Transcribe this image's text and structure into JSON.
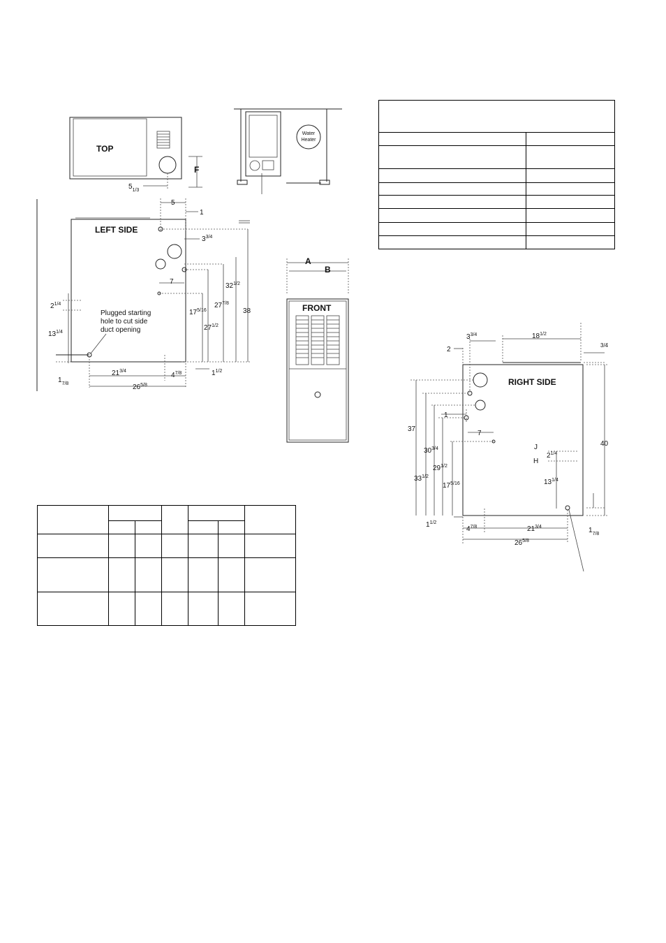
{
  "top_view": {
    "label": "TOP",
    "dim_offset": "5",
    "dim_offset_frac": "1/3",
    "dim_f": "F"
  },
  "water_heater_view": {
    "label_line1": "Water",
    "label_line2": "Heater"
  },
  "left_side": {
    "label": "LEFT SIDE",
    "note_line1": "Plugged starting",
    "note_line2": "hole to cut side",
    "note_line3": "duct opening",
    "d_5": "5",
    "d_1": "1",
    "d_3_3_4": {
      "whole": "3",
      "frac": "3/4"
    },
    "d_7": "7",
    "d_32_1_2": {
      "whole": "32",
      "frac": "1/2"
    },
    "d_27_7_8": {
      "whole": "27",
      "frac": "7/8"
    },
    "d_27_1_2": {
      "whole": "27",
      "frac": "1/2"
    },
    "d_17_5_16": {
      "whole": "17",
      "frac": "5/16"
    },
    "d_38": "38",
    "d_2_1_4": {
      "whole": "2",
      "frac": "1/4"
    },
    "d_13_1_4": {
      "whole": "13",
      "frac": "1/4"
    },
    "d_1_7_8": {
      "whole": "1",
      "frac": "7/8"
    },
    "d_21_3_4": {
      "whole": "21",
      "frac": "3/4"
    },
    "d_4_7_8": {
      "whole": "4",
      "frac": "7/8"
    },
    "d_1_1_2": {
      "whole": "1",
      "frac": "1/2"
    },
    "d_26_5_8": {
      "whole": "26",
      "frac": "5/8"
    }
  },
  "front_view": {
    "label": "FRONT",
    "dim_a": "A",
    "dim_b": "B"
  },
  "right_side": {
    "label": "RIGHT SIDE",
    "d_2": "2",
    "d_3_3_4": {
      "whole": "3",
      "frac": "3/4"
    },
    "d_18_1_2": {
      "whole": "18",
      "frac": "1/2"
    },
    "d_3_4": "3/4",
    "d_37": "37",
    "d_40": "40",
    "d_1": "1",
    "d_7": "7",
    "d_30_3_4": {
      "whole": "30",
      "frac": "3/4"
    },
    "d_29_1_2": {
      "whole": "29",
      "frac": "1/2"
    },
    "d_33_1_2": {
      "whole": "33",
      "frac": "1/2"
    },
    "d_17_5_16": {
      "whole": "17",
      "frac": "5/16"
    },
    "d_j": "J",
    "d_h": "H",
    "d_2_1_4": {
      "whole": "2",
      "frac": "1/4"
    },
    "d_13_1_4": {
      "whole": "13",
      "frac": "1/4"
    },
    "d_1_1_2": {
      "whole": "1",
      "frac": "1/2"
    },
    "d_4_7_8": {
      "whole": "4",
      "frac": "7/8"
    },
    "d_21_3_4": {
      "whole": "21",
      "frac": "3/4"
    },
    "d_1_7_8": {
      "whole": "1",
      "frac": "7/8"
    },
    "d_26_5_8": {
      "whole": "26",
      "frac": "5/8"
    }
  }
}
